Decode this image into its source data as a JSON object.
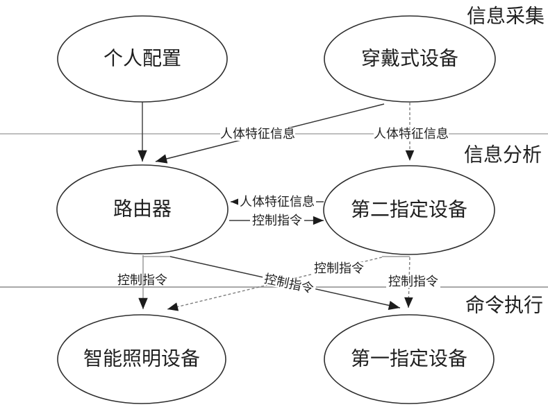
{
  "figure": {
    "title_hint": "smart-home control flow diagram",
    "colors": {
      "background": "#ffffff",
      "node_stroke": "#2e2e2e",
      "node_fill": "#ffffff",
      "divider_gray": "#a8a8a8",
      "solid_line": "#3a3a3a",
      "dashed_line": "#7d7d7d",
      "arrow_fill": "#1c1c1c",
      "text": "#1f1f1f"
    },
    "sections": [
      {
        "label": "信息采集"
      },
      {
        "label": "信息分析"
      },
      {
        "label": "命令执行"
      }
    ],
    "nodes": [
      {
        "id": "personal-config",
        "label": "个人配置"
      },
      {
        "id": "wearable-device",
        "label": "穿戴式设备"
      },
      {
        "id": "router",
        "label": "路由器"
      },
      {
        "id": "second-designated-device",
        "label": "第二指定设备"
      },
      {
        "id": "smart-lighting-device",
        "label": "智能照明设备"
      },
      {
        "id": "first-designated-device",
        "label": "第一指定设备"
      }
    ],
    "edges": [
      {
        "from": "个人配置",
        "to": "路由器",
        "label": "",
        "line": "solid"
      },
      {
        "from": "穿戴式设备",
        "to": "路由器",
        "label": "人体特征信息",
        "line": "solid"
      },
      {
        "from": "穿戴式设备",
        "to": "第二指定设备",
        "label": "人体特征信息",
        "line": "dashed"
      },
      {
        "from": "第二指定设备",
        "to": "路由器",
        "label": "人体特征信息",
        "line": "solid"
      },
      {
        "from": "路由器",
        "to": "第二指定设备",
        "label": "控制指令",
        "line": "solid"
      },
      {
        "from": "路由器",
        "to": "智能照明设备",
        "label": "控制指令",
        "line": "solid"
      },
      {
        "from": "路由器",
        "to": "第一指定设备",
        "label": "控制指令",
        "line": "solid"
      },
      {
        "from": "第二指定设备",
        "to": "智能照明设备",
        "label": "控制指令",
        "line": "dashed"
      },
      {
        "from": "第二指定设备",
        "to": "第一指定设备",
        "label": "控制指令",
        "line": "dashed"
      }
    ]
  }
}
